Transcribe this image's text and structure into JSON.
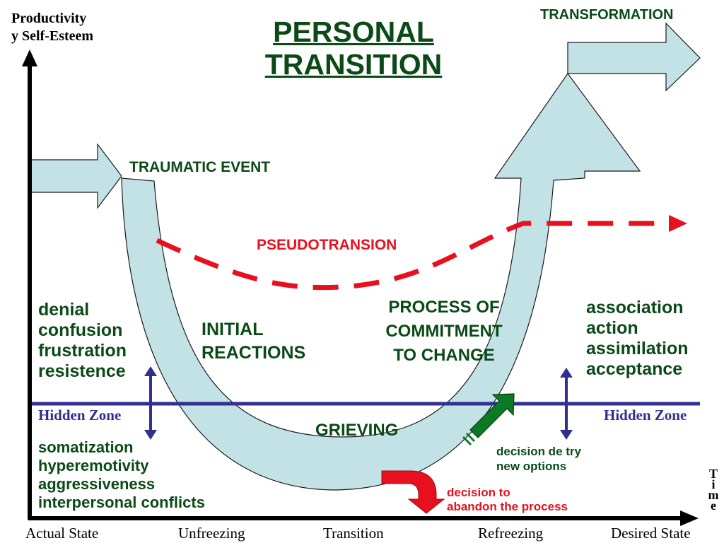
{
  "title": [
    "PERSONAL",
    "TRANSITION"
  ],
  "y_axis_label": [
    "Productivity",
    "y Self-Esteem"
  ],
  "x_axis_time_label": [
    "T",
    "i",
    "m",
    "e"
  ],
  "stages": [
    "Actual State",
    "Unfreezing",
    "Transition",
    "Refreezing",
    "Desired State"
  ],
  "labels": {
    "transformation": "TRANSFORMATION",
    "traumatic_event": "TRAUMATIC EVENT",
    "pseudotransition": "PSEUDOTRANSION",
    "initial_reactions": [
      "INITIAL",
      "REACTIONS"
    ],
    "commitment": [
      "PROCESS OF",
      "COMMITMENT",
      "TO CHANGE"
    ],
    "grieving": "GRIEVING",
    "hidden_zone_left": "Hidden Zone",
    "hidden_zone_right": "Hidden Zone",
    "decision_try": [
      "decision de try",
      "new options"
    ],
    "decision_abandon": [
      "decision to",
      "abandon the process"
    ]
  },
  "left_above_list": [
    "denial",
    "confusion",
    "frustration",
    "resistence"
  ],
  "left_below_list": [
    "somatization",
    "hyperemotivity",
    "aggressiveness",
    "interpersonal conflicts"
  ],
  "right_list": [
    "association",
    "action",
    "assimilation",
    "acceptance"
  ],
  "colors": {
    "curve_fill": "#c3e2e6",
    "text_green": "#0b4a17",
    "pseudo_red": "#e8101e",
    "hidden_zone_blue": "#303090",
    "try_arrow_green": "#0a7a25",
    "axis_black": "#000000"
  }
}
